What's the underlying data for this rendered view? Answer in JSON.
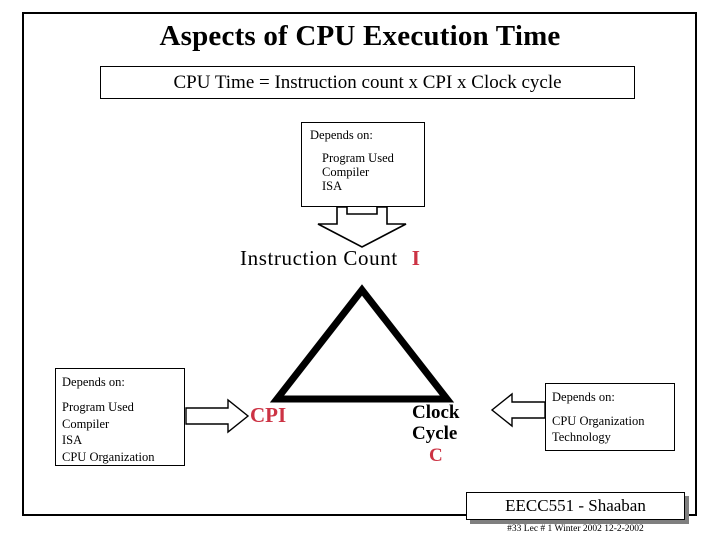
{
  "slide": {
    "title": "Aspects of CPU Execution Time",
    "formula": "CPU Time = Instruction count  x  CPI  x  Clock cycle"
  },
  "note_top": {
    "header": "Depends on:",
    "lines": [
      "Program Used",
      "Compiler",
      "ISA"
    ]
  },
  "note_left": {
    "header": "Depends on:",
    "lines": [
      "Program Used",
      "Compiler",
      "ISA",
      "CPU Organization"
    ]
  },
  "note_right": {
    "header": "Depends on:",
    "lines": [
      "CPU Organization",
      "Technology"
    ]
  },
  "labels": {
    "instruction_count": "Instruction Count",
    "instruction_count_symbol": "I",
    "cpi": "CPI",
    "clock_line1": "Clock",
    "clock_line2": "Cycle",
    "clock_symbol": "C"
  },
  "footer": {
    "text": "EECC551 - Shaaban",
    "meta": "#33   Lec # 1 Winter 2002  12-2-2002"
  },
  "colors": {
    "accent_red": "#cc3344",
    "text": "#000000",
    "border": "#000000",
    "shadow": "#7f7f7f"
  }
}
